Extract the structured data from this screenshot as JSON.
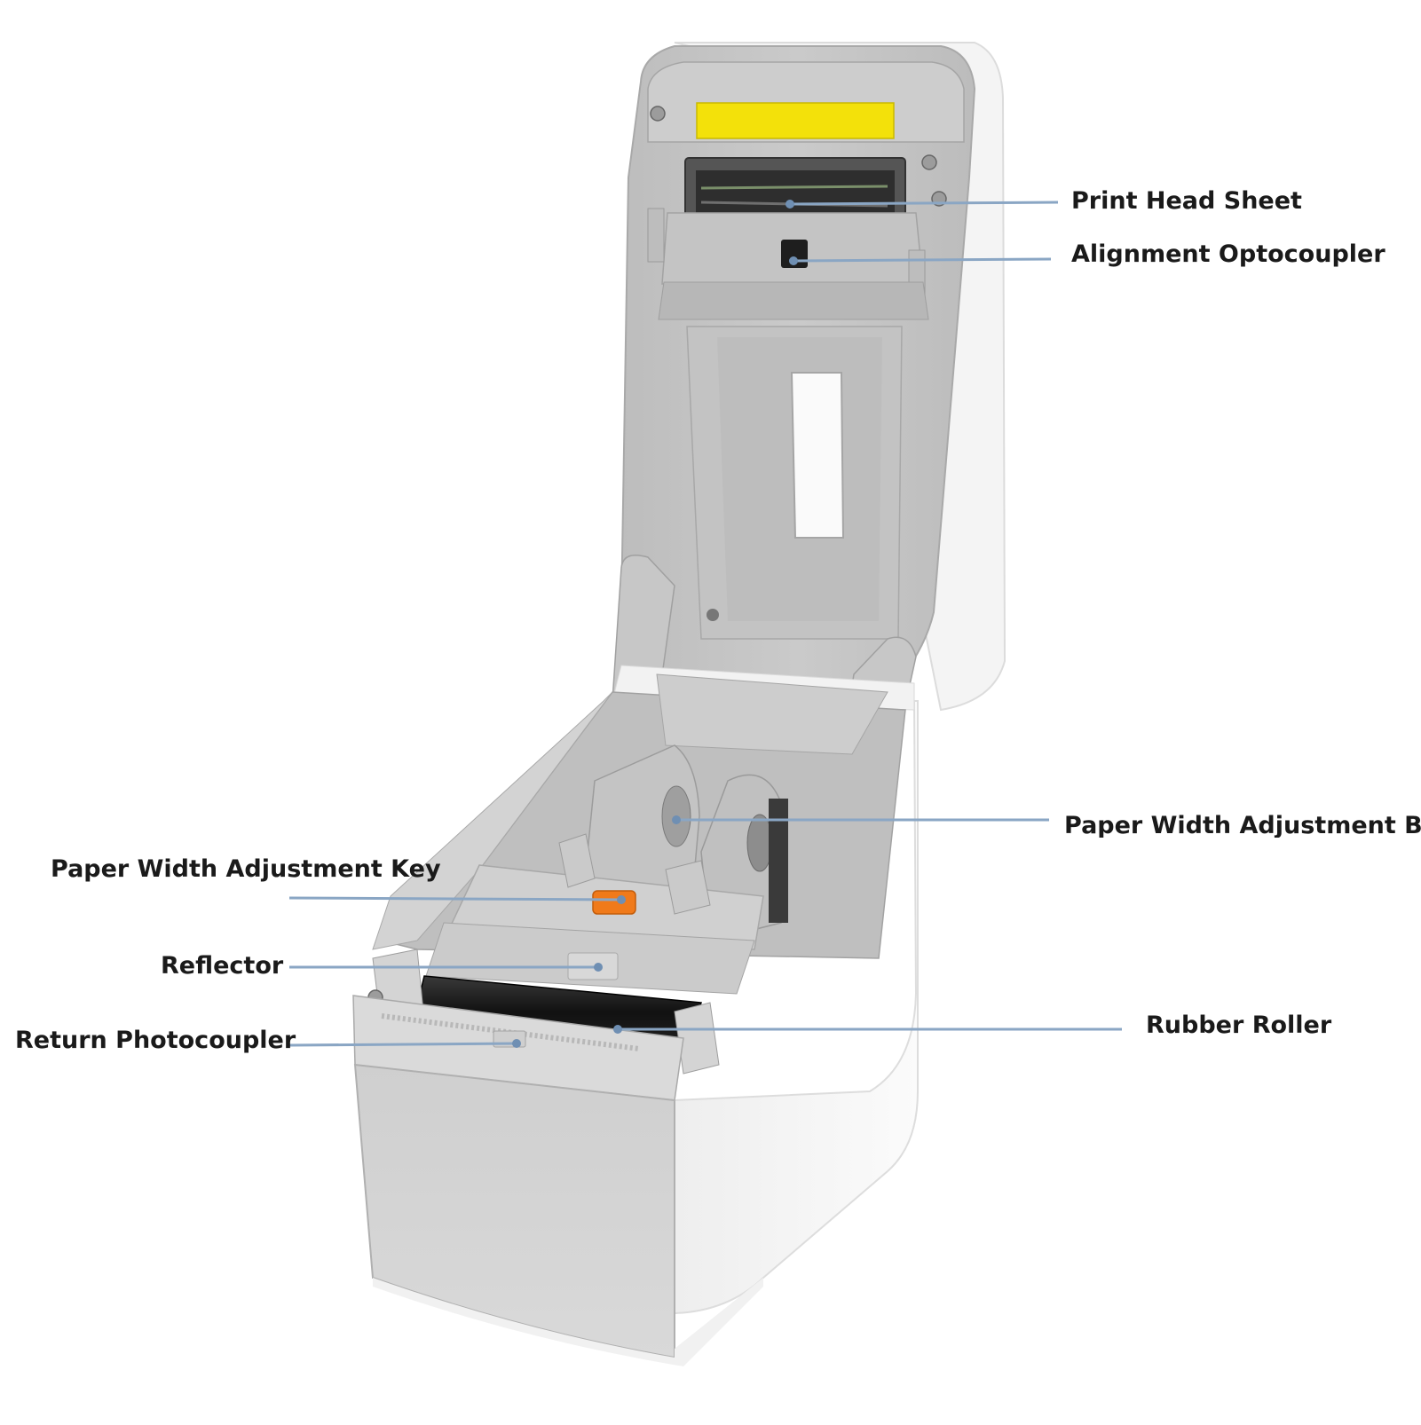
{
  "callouts": {
    "print_head_sheet": "Print Head Sheet",
    "alignment_optocoupler": "Alignment Optocoupler",
    "paper_width_adjustment_block": "Paper Width Adjustment Block",
    "paper_width_adjustment_key": "Paper Width Adjustment Key",
    "reflector": "Reflector",
    "return_photocoupler": "Return Photocoupler",
    "rubber_roller": "Rubber Roller"
  },
  "colors": {
    "callout_line": "#8aa6c4",
    "callout_dot": "#6f8fb3",
    "label_text": "#1a1a1a",
    "housing_white": "#f7f7f7",
    "interior_gray": "#c9c9c9",
    "print_head_yellow": "#f3e10a",
    "adjustment_key_orange": "#f07a1a",
    "rubber_roller_black": "#151515"
  }
}
